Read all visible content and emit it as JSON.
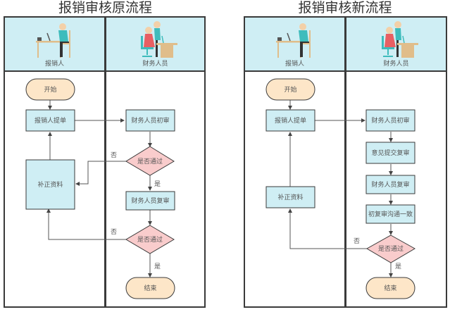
{
  "diagrams": [
    {
      "title": "报销审核原流程",
      "lanes": [
        {
          "label": "报销人",
          "icon": "person-at-desk-icon"
        },
        {
          "label": "财务人员",
          "icon": "finance-staff-icon"
        }
      ],
      "nodes": {
        "start": "开始",
        "submit": "报销人提单",
        "fix": "补正资料",
        "review1": "财务人员初审",
        "decision1": "是否通过",
        "review2": "财务人员复审",
        "decision2": "是否通过",
        "end": "结束"
      },
      "edge_labels": {
        "no1": "否",
        "yes1": "是",
        "no2": "否",
        "yes2": "是"
      }
    },
    {
      "title": "报销审核新流程",
      "lanes": [
        {
          "label": "报销人",
          "icon": "person-at-desk-icon"
        },
        {
          "label": "财务人员",
          "icon": "finance-staff-icon"
        }
      ],
      "nodes": {
        "start": "开始",
        "submit": "报销人提单",
        "fix": "补正资料",
        "review1": "财务人员初审",
        "opinion": "意见提交复审",
        "review2": "财务人员复审",
        "consensus": "初复审沟通一致",
        "decision": "是否通过",
        "end": "结束"
      },
      "edge_labels": {
        "no": "否",
        "yes": "是"
      }
    }
  ],
  "colors": {
    "lane_header": "#cfeef4",
    "process": "#cfeef4",
    "terminal": "#fde6c8",
    "decision": "#f9cccc",
    "border": "#3a3a3a",
    "edge": "#555555"
  }
}
